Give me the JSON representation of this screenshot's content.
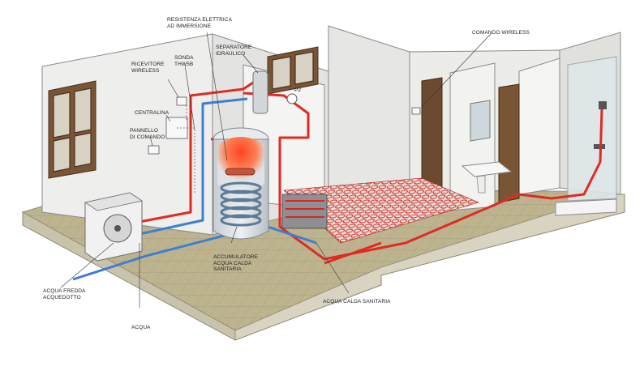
{
  "labels": {
    "resistenza": [
      "RESISTENZA ELETTRICA",
      "AD IMMERSIONE"
    ],
    "separatore": [
      "SEPARATORE",
      "IDRAULICO"
    ],
    "ricevitore": [
      "RICEVITORE",
      "WIRELESS"
    ],
    "sonda": [
      "SONDA",
      "THW5B"
    ],
    "centralina": "CENTRALINA",
    "pannello": [
      "PANNELLO",
      "DI COMANDO"
    ],
    "p2": "P2",
    "comando_wireless": "COMANDO WIRELESS",
    "accumulatore": [
      "ACCUMULATORE",
      "ACQUA CALDA",
      "SANITARIA"
    ],
    "acqua_fredda": [
      "ACQUA FREDDA",
      "ACQUEDOTTO"
    ],
    "acqua": "ACQUA",
    "acqua_calda_sanitaria": "ACQUA CALDA SANITARIA"
  },
  "colors": {
    "hot_pipe": "#e02a24",
    "cold_pipe": "#3f7fd0",
    "floor": "#b9b08a",
    "wall": "#ededeb",
    "door": "#6b4a30",
    "tank": "#dfe3e6"
  }
}
